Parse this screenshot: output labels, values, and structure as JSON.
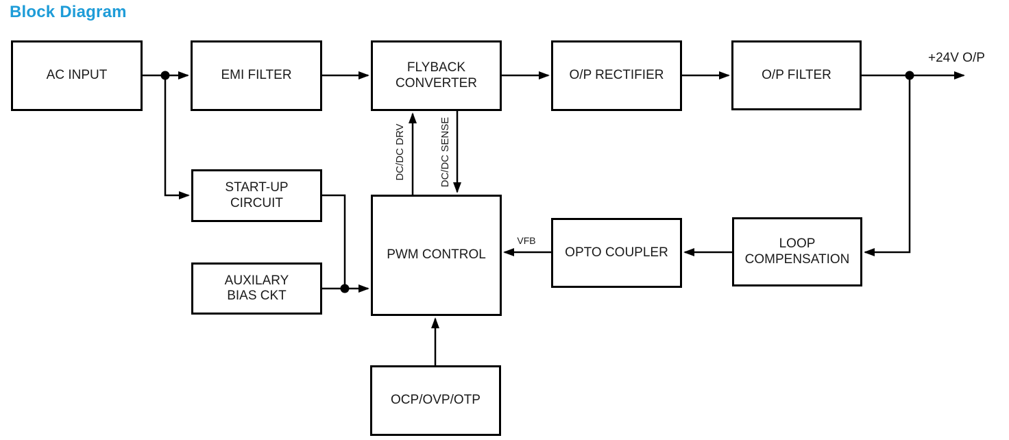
{
  "title": "Block Diagram",
  "colors": {
    "title_accent": "#1E9CD8",
    "line": "#000000",
    "background": "#FFFFFF"
  },
  "blocks": [
    {
      "id": "ac-input",
      "label": "AC INPUT"
    },
    {
      "id": "emi-filter",
      "label": "EMI FILTER"
    },
    {
      "id": "flyback-converter",
      "label": "FLYBACK\nCONVERTER"
    },
    {
      "id": "op-rectifier",
      "label": "O/P RECTIFIER"
    },
    {
      "id": "op-filter",
      "label": "O/P FILTER"
    },
    {
      "id": "start-up-circuit",
      "label": "START-UP\nCIRCUIT"
    },
    {
      "id": "auxilary-bias-ckt",
      "label": "AUXILARY\nBIAS CKT"
    },
    {
      "id": "pwm-control",
      "label": "PWM CONTROL"
    },
    {
      "id": "ocp-ovp-otp",
      "label": "OCP/OVP/OTP"
    },
    {
      "id": "opto-coupler",
      "label": "OPTO COUPLER"
    },
    {
      "id": "loop-compensation",
      "label": "LOOP\nCOMPENSATION"
    }
  ],
  "signal_labels": {
    "output": "+24V O/P",
    "vfb": "VFB",
    "dcdc_drv": "DC/DC DRV",
    "dcdc_sense": "DC/DC SENSE"
  }
}
